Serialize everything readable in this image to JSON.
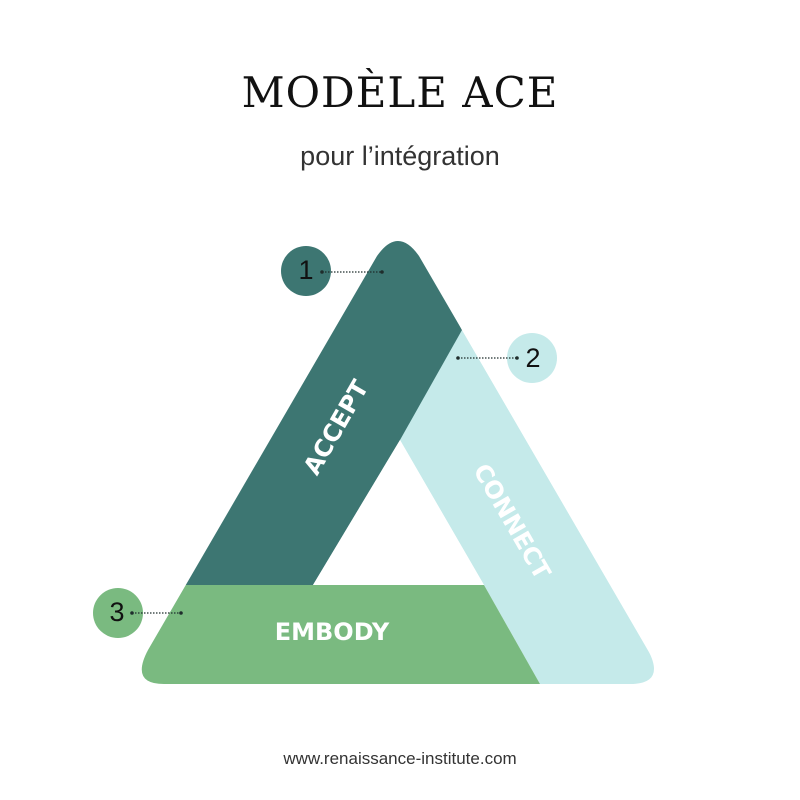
{
  "header": {
    "title": "MODÈLE ACE",
    "subtitle": "pour l’intégration"
  },
  "diagram": {
    "type": "triangle",
    "segments": [
      {
        "number": "1",
        "label": "ACCEPT",
        "color": "#3d7672"
      },
      {
        "number": "2",
        "label": "CONNECT",
        "color": "#c5eaea"
      },
      {
        "number": "3",
        "label": "EMBODY",
        "color": "#7aba80"
      }
    ],
    "connector_color": "#1f2d2c"
  },
  "footer": {
    "url": "www.renaissance-institute.com"
  }
}
